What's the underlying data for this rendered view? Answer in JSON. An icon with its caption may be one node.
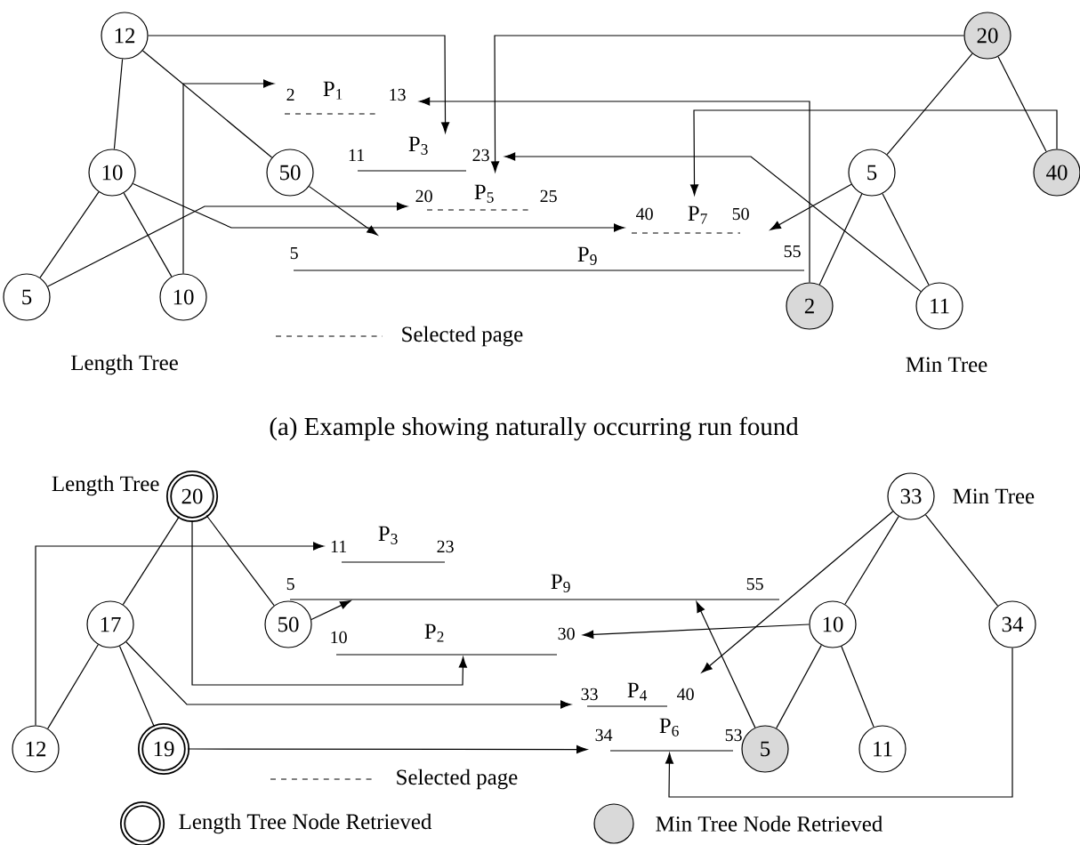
{
  "diagram": {
    "caption": "(a) Example showing naturally occurring run found",
    "nodes": [
      {
        "text": [
          "12"
        ]
      },
      {
        "text": [
          "10"
        ]
      },
      {
        "text": [
          "50"
        ]
      },
      {
        "text": [
          "5"
        ]
      },
      {
        "text": [
          "10"
        ]
      },
      {
        "text": [
          "2",
          "P$_{1}$",
          "13"
        ]
      },
      {
        "text": [
          "11",
          "P$_{3}$",
          "23"
        ]
      },
      {
        "text": [
          "20",
          "P$_{5}$",
          "25"
        ]
      },
      {
        "text": [
          "40",
          "P$_{7}$",
          "50"
        ]
      },
      {
        "text": [
          "5",
          "P$_{9}$",
          "55"
        ]
      },
      {
        "text": [
          "20"
        ]
      },
      {
        "text": [
          "5"
        ]
      },
      {
        "text": [
          "40"
        ]
      },
      {
        "text": [
          "2"
        ]
      },
      {
        "text": [
          "11"
        ]
      },
      {
        "text": [
          "20"
        ]
      },
      {
        "text": [
          "17"
        ]
      },
      {
        "text": [
          "50"
        ]
      },
      {
        "text": [
          "12"
        ]
      },
      {
        "text": [
          "19"
        ]
      },
      {
        "text": [
          "11",
          "P$_{3}$",
          "23"
        ]
      },
      {
        "text": [
          "5",
          "P$_{9}$",
          "55"
        ]
      },
      {
        "text": [
          "10",
          "P$_{2}$",
          "30"
        ]
      },
      {
        "text": [
          "33",
          "P$_{4}$",
          "40"
        ]
      },
      {
        "text": [
          "34",
          "P$_{6}$",
          "53"
        ]
      },
      {
        "text": [
          "33"
        ]
      },
      {
        "text": [
          "10"
        ]
      },
      {
        "text": [
          "34"
        ]
      },
      {
        "text": [
          "5"
        ]
      },
      {
        "text": [
          "11"
        ]
      }
    ],
    "edges": [
      {
        "from": 0,
        "to": 1,
        "arrow": "none"
      },
      {
        "from": 0,
        "to": 2,
        "arrow": "none"
      },
      {
        "from": 1,
        "to": 3,
        "arrow": "none"
      },
      {
        "from": 1,
        "to": 4,
        "arrow": "none"
      },
      {
        "from": 10,
        "to": 11,
        "arrow": "none"
      },
      {
        "from": 10,
        "to": 12,
        "arrow": "none"
      },
      {
        "from": 11,
        "to": 13,
        "arrow": "none"
      },
      {
        "from": 11,
        "to": 14,
        "arrow": "none"
      },
      {
        "from": 0,
        "to": 6,
        "arrow": "to"
      },
      {
        "from": 10,
        "to": 7,
        "arrow": "to"
      },
      {
        "from": 13,
        "to": 5,
        "arrow": "to"
      },
      {
        "from": 4,
        "to": 5,
        "arrow": "to"
      },
      {
        "from": 12,
        "to": 8,
        "arrow": "to"
      },
      {
        "from": 14,
        "to": 6,
        "arrow": "to"
      },
      {
        "from": 3,
        "to": 7,
        "arrow": "to"
      },
      {
        "from": 1,
        "to": 8,
        "arrow": "to"
      },
      {
        "from": 2,
        "to": 9,
        "arrow": "to"
      },
      {
        "from": 11,
        "to": 9,
        "arrow": "to"
      },
      {
        "from": 15,
        "to": 16,
        "arrow": "none"
      },
      {
        "from": 15,
        "to": 17,
        "arrow": "none"
      },
      {
        "from": 16,
        "to": 18,
        "arrow": "none"
      },
      {
        "from": 16,
        "to": 19,
        "arrow": "none"
      },
      {
        "from": 25,
        "to": 26,
        "arrow": "none"
      },
      {
        "from": 25,
        "to": 27,
        "arrow": "none"
      },
      {
        "from": 26,
        "to": 28,
        "arrow": "none"
      },
      {
        "from": 26,
        "to": 29,
        "arrow": "none"
      },
      {
        "from": 18,
        "to": 20,
        "arrow": "to"
      },
      {
        "from": 15,
        "to": 22,
        "arrow": "to"
      },
      {
        "from": 17,
        "to": 21,
        "arrow": "to"
      },
      {
        "from": 16,
        "to": 23,
        "arrow": "to"
      },
      {
        "from": 19,
        "to": 24,
        "arrow": "to"
      },
      {
        "from": 25,
        "to": 23,
        "arrow": "to"
      },
      {
        "from": 26,
        "to": 22,
        "arrow": "to"
      },
      {
        "from": 28,
        "to": 21,
        "arrow": "to"
      },
      {
        "from": 27,
        "to": 24,
        "arrow": "to"
      }
    ],
    "labels": [
      "Length Tree",
      "Min Tree",
      "Length Tree",
      "Min Tree"
    ],
    "legend": [
      {
        "text": "Selected page"
      },
      {
        "text": "Selected page"
      },
      {
        "text": "Length Tree Node Retrieved"
      },
      {
        "text": "Min Tree Node Retrieved",
        "color": "#d9d9d9"
      }
    ]
  }
}
